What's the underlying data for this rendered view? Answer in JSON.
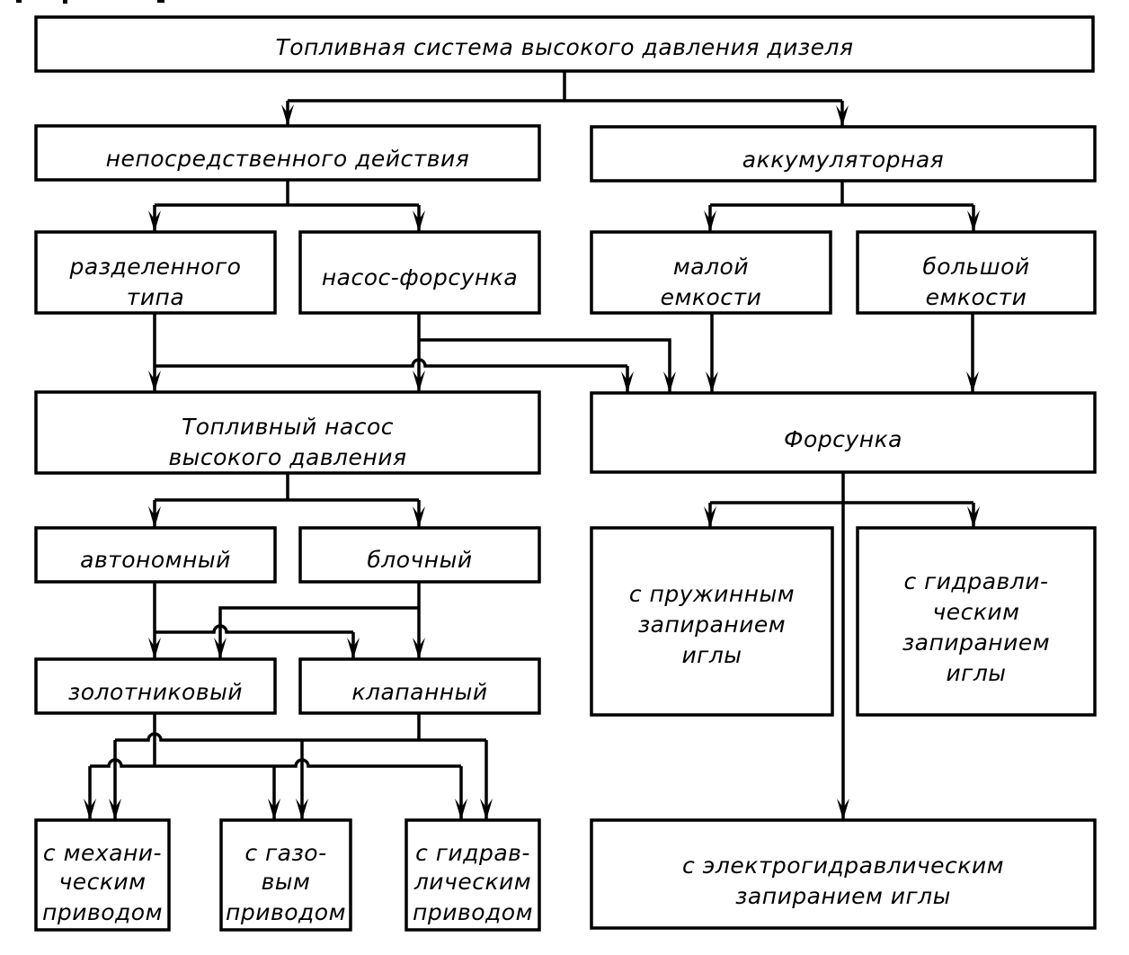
{
  "diagram": {
    "title": "Топливная система высокого давления дизеля",
    "colors": {
      "ink": "#000000",
      "background": "#ffffff"
    },
    "nodes": {
      "root": {
        "lines": [
          "Топливная система высокого давления дизеля"
        ]
      },
      "direct": {
        "lines": [
          "непосредственного действия"
        ]
      },
      "accumulator": {
        "lines": [
          "аккумуляторная"
        ]
      },
      "split_type": {
        "lines": [
          "разделенного",
          "типа"
        ]
      },
      "pump_injector": {
        "lines": [
          "насос-форсунка"
        ]
      },
      "small_capacity": {
        "lines": [
          "малой",
          "емкости"
        ]
      },
      "large_capacity": {
        "lines": [
          "большой",
          "емкости"
        ]
      },
      "hp_pump": {
        "lines": [
          "Топливный насос",
          "высокого давления"
        ]
      },
      "injector": {
        "lines": [
          "Форсунка"
        ]
      },
      "autonomous": {
        "lines": [
          "автономный"
        ]
      },
      "block": {
        "lines": [
          "блочный"
        ]
      },
      "spool": {
        "lines": [
          "золотниковый"
        ]
      },
      "valve": {
        "lines": [
          "клапанный"
        ]
      },
      "spring_locking": {
        "lines": [
          "с пружинным",
          "запиранием",
          "иглы"
        ]
      },
      "hydraulic_locking": {
        "lines": [
          "с гидравли-",
          "ческим",
          "запиранием",
          "иглы"
        ]
      },
      "mechanical_drive": {
        "lines": [
          "с механи-",
          "ческим",
          "приводом"
        ]
      },
      "gas_drive": {
        "lines": [
          "с газо-",
          "вым",
          "приводом"
        ]
      },
      "hydraulic_drive": {
        "lines": [
          "с гидрав-",
          "лическим",
          "приводом"
        ]
      },
      "electrohydraulic_locking": {
        "lines": [
          "с электрогидравлическим",
          "запиранием иглы"
        ]
      }
    },
    "edges": [
      [
        "root",
        "direct"
      ],
      [
        "root",
        "accumulator"
      ],
      [
        "direct",
        "split_type"
      ],
      [
        "direct",
        "pump_injector"
      ],
      [
        "accumulator",
        "small_capacity"
      ],
      [
        "accumulator",
        "large_capacity"
      ],
      [
        "split_type",
        "hp_pump"
      ],
      [
        "split_type",
        "injector"
      ],
      [
        "pump_injector",
        "hp_pump"
      ],
      [
        "pump_injector",
        "injector"
      ],
      [
        "small_capacity",
        "injector"
      ],
      [
        "large_capacity",
        "injector"
      ],
      [
        "hp_pump",
        "autonomous"
      ],
      [
        "hp_pump",
        "block"
      ],
      [
        "autonomous",
        "spool"
      ],
      [
        "autonomous",
        "valve"
      ],
      [
        "block",
        "spool"
      ],
      [
        "block",
        "valve"
      ],
      [
        "injector",
        "spring_locking"
      ],
      [
        "injector",
        "hydraulic_locking"
      ],
      [
        "injector",
        "electrohydraulic_locking"
      ],
      [
        "spool",
        "mechanical_drive"
      ],
      [
        "spool",
        "gas_drive"
      ],
      [
        "spool",
        "hydraulic_drive"
      ],
      [
        "valve",
        "mechanical_drive"
      ],
      [
        "valve",
        "gas_drive"
      ],
      [
        "valve",
        "hydraulic_drive"
      ]
    ]
  }
}
